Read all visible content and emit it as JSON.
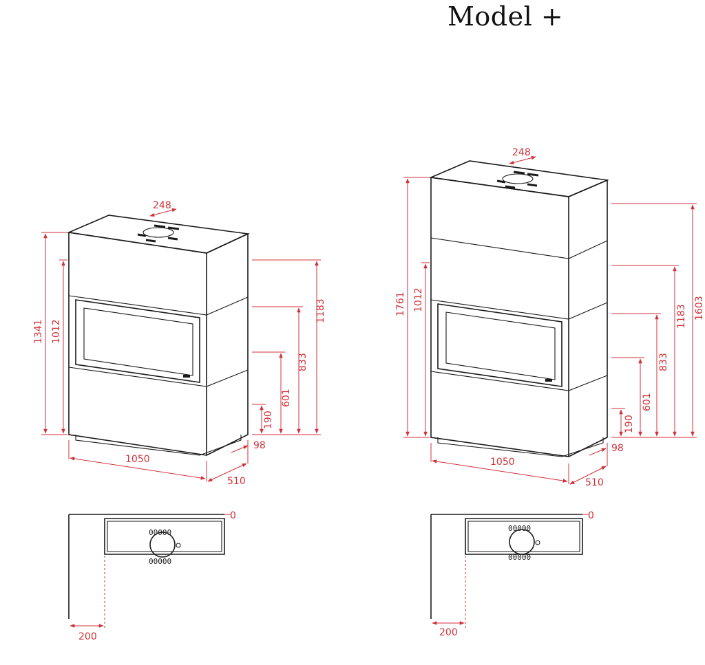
{
  "header": {
    "title": "Model +"
  },
  "left": {
    "dims": {
      "d248": "248",
      "d1341": "1341",
      "d1012": "1012",
      "d1183": "1183",
      "d833": "833",
      "d601": "601",
      "d190": "190",
      "d98": "98",
      "d1050": "1050",
      "d510": "510",
      "d0": "0",
      "d200": "200"
    }
  },
  "right": {
    "dims": {
      "d248": "248",
      "d1761": "1761",
      "d1012": "1012",
      "d1603": "1603",
      "d1183": "1183",
      "d833": "833",
      "d601": "601",
      "d190": "190",
      "d98": "98",
      "d1050": "1050",
      "d510": "510",
      "d0": "0",
      "d200": "200"
    }
  },
  "colors": {
    "dimension": "#d0313a",
    "outline": "#1a1a1a"
  }
}
